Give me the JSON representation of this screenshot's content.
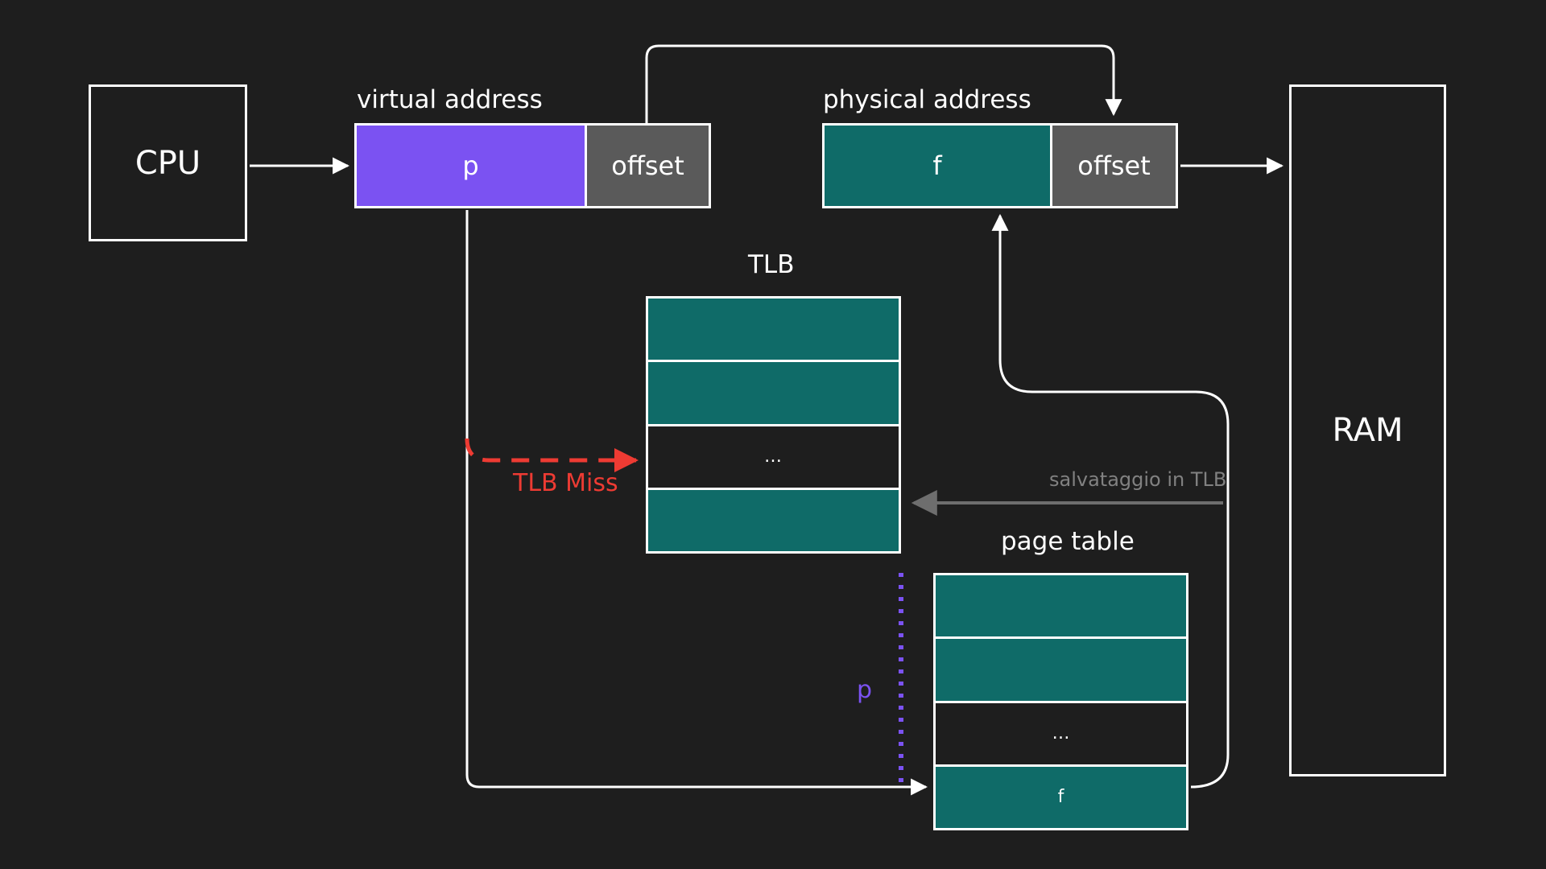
{
  "diagram": {
    "title": "TLB address translation",
    "background_color": "#1e1e1e",
    "stroke_color": "#ffffff",
    "accent_purple": "#7b52f2",
    "accent_teal": "#0f6b68",
    "accent_gray": "#5a5a5a",
    "accent_red": "#ee3b33",
    "accent_muted": "#818181"
  },
  "cpu": {
    "label": "CPU"
  },
  "ram": {
    "label": "RAM"
  },
  "virtual_address": {
    "caption": "virtual address",
    "page_field": "p",
    "offset_field": "offset"
  },
  "physical_address": {
    "caption": "physical address",
    "frame_field": "f",
    "offset_field": "offset"
  },
  "tlb": {
    "caption": "TLB",
    "rows": [
      {
        "text": "",
        "state": "filled"
      },
      {
        "text": "",
        "state": "filled"
      },
      {
        "text": "…",
        "state": "empty"
      },
      {
        "text": "",
        "state": "filled"
      }
    ]
  },
  "page_table": {
    "caption": "page table",
    "rows": [
      {
        "text": "",
        "state": "filled"
      },
      {
        "text": "",
        "state": "filled"
      },
      {
        "text": "…",
        "state": "empty"
      },
      {
        "text": "f",
        "state": "filled"
      }
    ]
  },
  "annotations": {
    "tlb_miss": "TLB Miss",
    "salvataggio": "salvataggio in TLB",
    "page_index": "p"
  }
}
